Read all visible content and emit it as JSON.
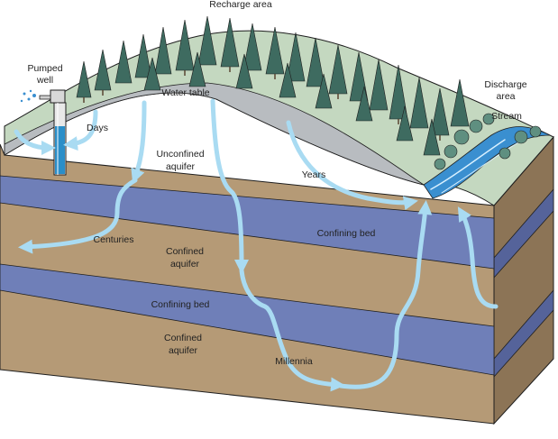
{
  "labels": {
    "recharge_area": "Recharge area",
    "pumped_well_1": "Pumped",
    "pumped_well_2": "well",
    "discharge_area_1": "Discharge",
    "discharge_area_2": "area",
    "stream": "Stream",
    "water_table": "Water table",
    "days": "Days",
    "unconfined_aquifer_1": "Unconfined",
    "unconfined_aquifer_2": "aquifer",
    "years": "Years",
    "centuries": "Centuries",
    "confining_bed_upper": "Confining bed",
    "confined_aquifer_upper_1": "Confined",
    "confined_aquifer_upper_2": "aquifer",
    "confining_bed_lower": "Confining bed",
    "confined_aquifer_lower_1": "Confined",
    "confined_aquifer_lower_2": "aquifer",
    "millennia": "Millennia"
  },
  "colors": {
    "soil": "#b59a76",
    "soil_side": "#8c7456",
    "confining_bed": "#6f7fb8",
    "confining_bed_side": "#55639a",
    "grass": "#c4d8c0",
    "grass_side": "#9fb89a",
    "water_table": "#b8bcc0",
    "tree": "#3e6b60",
    "tree_light": "#5f8f80",
    "flow_arrow": "#a9dbf2",
    "stream": "#3a8fd0",
    "well_water": "#2a8ec8",
    "outline": "#1e1e1e"
  }
}
